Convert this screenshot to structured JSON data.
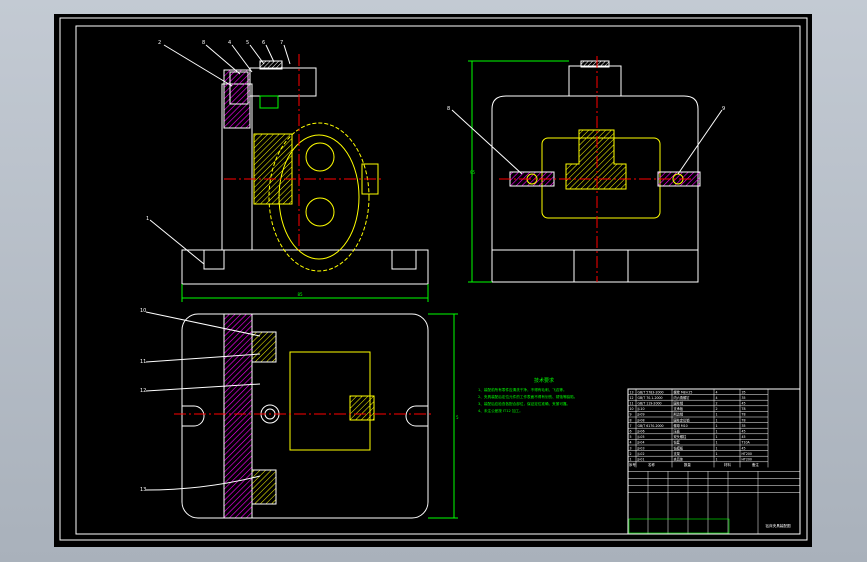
{
  "drawing": {
    "colors": {
      "line": "#ffffff",
      "part": "#ffff00",
      "center": "#ff0000",
      "dimension": "#00ff00",
      "hatch": "#ff00ff",
      "background": "#000000"
    },
    "front_view_labels": [
      "2",
      "8",
      "4",
      "5",
      "6",
      "7",
      "1"
    ],
    "side_view_labels": [
      "8",
      "9"
    ],
    "top_view_labels": [
      "10",
      "11",
      "12",
      "13"
    ],
    "dim_texts": [
      "85",
      "95",
      "5"
    ],
    "technical_title": "技术要求",
    "technical_notes": [
      "1、装配前所有零件应清洗干净，不得有毛刺、飞边等。",
      "2、夹具装配后定位元件的工作表面不得有划伤、锈蚀等缺陷。",
      "3、装配后应检查各配合部位，保证定位准确、夹紧可靠。",
      "4、未注公差按 IT12 加工。"
    ],
    "title_block": {
      "header": [
        "序号",
        "名称",
        "数量",
        "材料",
        "备注"
      ],
      "rows": [
        [
          "13",
          "GB/T 5783-2000",
          "螺栓 M8×25",
          "4",
          "35"
        ],
        [
          "12",
          "GB/T 70.1-2000",
          "内六角螺钉",
          "4",
          "35"
        ],
        [
          "11",
          "GB/T 119-2000",
          "圆柱销",
          "2",
          "45"
        ],
        [
          "10",
          "JJ-10",
          "支承板",
          "2",
          "T8"
        ],
        [
          "9",
          "JJ-09",
          "削边销",
          "1",
          "T8"
        ],
        [
          "8",
          "JJ-08",
          "圆柱定位销",
          "1",
          "T8"
        ],
        [
          "7",
          "GB/T 6170-2000",
          "螺母 M10",
          "1",
          "35"
        ],
        [
          "6",
          "JJ-06",
          "压板",
          "1",
          "45"
        ],
        [
          "5",
          "JJ-05",
          "双头螺柱",
          "1",
          "45"
        ],
        [
          "4",
          "JJ-04",
          "钻套",
          "1",
          "T10A"
        ],
        [
          "3",
          "JJ-03",
          "钻模板",
          "1",
          "45"
        ],
        [
          "2",
          "JJ-02",
          "支架",
          "1",
          "HT200"
        ],
        [
          "1",
          "JJ-01",
          "夹具体",
          "1",
          "HT200"
        ]
      ],
      "bottom_text": "钻床夹具装配图"
    }
  }
}
